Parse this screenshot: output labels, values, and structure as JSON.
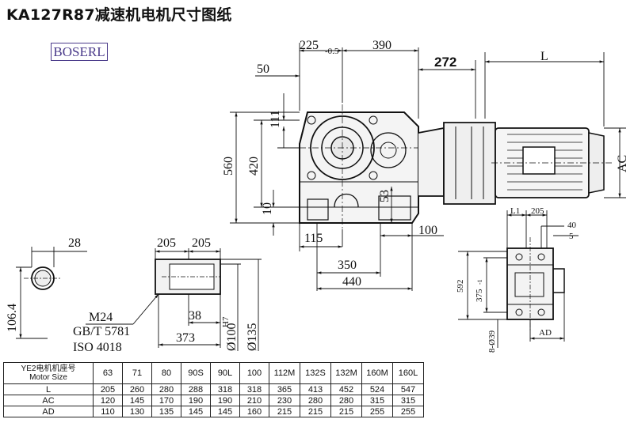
{
  "title": "KA127R87减速机电机尺寸图纸",
  "brand": "BOSERL",
  "dims": {
    "d225": "225",
    "d225_tol": "-0.5",
    "d390": "390",
    "d272": "272",
    "dL": "L",
    "d50": "50",
    "d111": "111",
    "d560": "560",
    "d420": "420",
    "d10": "10",
    "d115": "115",
    "d53": "53",
    "d100": "100",
    "d350": "350",
    "d440": "440",
    "dAC": "AC",
    "d28": "28",
    "d106": "106.4",
    "d205a": "205",
    "d205b": "205",
    "dM24": "M24",
    "dGB": "GB/T 5781",
    "dISO": "ISO 4018",
    "d38": "38",
    "d373": "373",
    "dphi100": "Ø100",
    "dphi100_fit": "H7",
    "dphi135": "Ø135",
    "dL1": "L1",
    "d205c": "205",
    "d40": "40",
    "d5": "5",
    "d592": "592",
    "d375": "375",
    "d375_tol": "-1",
    "d8phi39": "8-Ø39",
    "dAD": "AD"
  },
  "table": {
    "header_cn": "YE2电机机座号",
    "header_en": "Motor Size",
    "sizes": [
      "63",
      "71",
      "80",
      "90S",
      "90L",
      "100",
      "112M",
      "132S",
      "132M",
      "160M",
      "160L"
    ],
    "rows": [
      {
        "label": "L",
        "values": [
          "205",
          "260",
          "280",
          "288",
          "318",
          "318",
          "365",
          "413",
          "452",
          "524",
          "547"
        ]
      },
      {
        "label": "AC",
        "values": [
          "120",
          "145",
          "170",
          "190",
          "190",
          "210",
          "230",
          "280",
          "280",
          "315",
          "315"
        ]
      },
      {
        "label": "AD",
        "values": [
          "110",
          "130",
          "135",
          "145",
          "145",
          "160",
          "215",
          "215",
          "215",
          "255",
          "255"
        ]
      }
    ]
  }
}
